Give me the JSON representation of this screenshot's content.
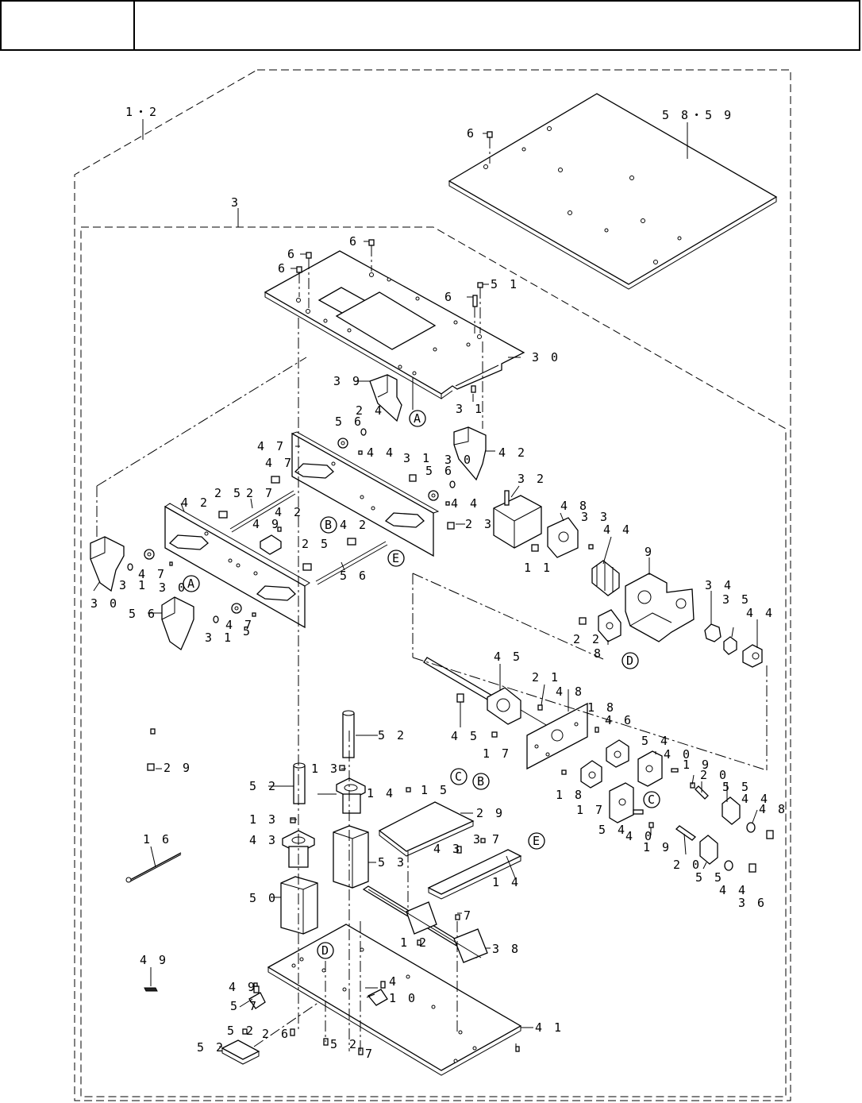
{
  "header": {
    "left_cell": "",
    "right_cell": ""
  },
  "labels": [
    {
      "id": "l12",
      "text": "1・2"
    },
    {
      "id": "l5859",
      "text": "5 8・5 9"
    },
    {
      "id": "l6a",
      "text": "6"
    },
    {
      "id": "l3",
      "text": "3"
    },
    {
      "id": "l6b",
      "text": "6"
    },
    {
      "id": "l6c",
      "text": "6"
    },
    {
      "id": "l6d",
      "text": "6"
    },
    {
      "id": "l51",
      "text": "5 1"
    },
    {
      "id": "l6e",
      "text": "6"
    },
    {
      "id": "l28",
      "text": "2 8"
    },
    {
      "id": "l30a",
      "text": "3 0"
    },
    {
      "id": "l39",
      "text": "3 9"
    },
    {
      "id": "l31a",
      "text": "3 1"
    },
    {
      "id": "l56a",
      "text": "5 6"
    },
    {
      "id": "l24",
      "text": "2 4"
    },
    {
      "id": "l47a",
      "text": "4 7"
    },
    {
      "id": "l44a",
      "text": "4 4"
    },
    {
      "id": "l31b",
      "text": "3 1"
    },
    {
      "id": "l56b",
      "text": "5 6"
    },
    {
      "id": "l30b",
      "text": "3 0"
    },
    {
      "id": "l42a",
      "text": "4 2"
    },
    {
      "id": "l47b",
      "text": "4 7"
    },
    {
      "id": "l44b",
      "text": "4 4"
    },
    {
      "id": "l23",
      "text": "2 3"
    },
    {
      "id": "l42b",
      "text": "4 2"
    },
    {
      "id": "l25a",
      "text": "2 5"
    },
    {
      "id": "l27",
      "text": "2 7"
    },
    {
      "id": "l49a",
      "text": "4 9"
    },
    {
      "id": "l42c",
      "text": "4 2"
    },
    {
      "id": "l42d",
      "text": "4 2"
    },
    {
      "id": "l25b",
      "text": "2 5"
    },
    {
      "id": "l56c",
      "text": "5 6"
    },
    {
      "id": "l31c",
      "text": "3 1"
    },
    {
      "id": "l47c",
      "text": "4 7"
    },
    {
      "id": "l30c",
      "text": "3 0"
    },
    {
      "id": "l30d",
      "text": "3 0"
    },
    {
      "id": "l56d",
      "text": "5 6"
    },
    {
      "id": "l31d",
      "text": "3 1"
    },
    {
      "id": "l47d",
      "text": "4 7"
    },
    {
      "id": "l5",
      "text": "5"
    },
    {
      "id": "l32",
      "text": "3 2"
    },
    {
      "id": "l48a",
      "text": "4 8"
    },
    {
      "id": "l33",
      "text": "3 3"
    },
    {
      "id": "l44c",
      "text": "4 4"
    },
    {
      "id": "l11",
      "text": "1 1"
    },
    {
      "id": "l9",
      "text": "9"
    },
    {
      "id": "l34",
      "text": "3 4"
    },
    {
      "id": "l35",
      "text": "3 5"
    },
    {
      "id": "l44d",
      "text": "4 4"
    },
    {
      "id": "l22",
      "text": "2 2"
    },
    {
      "id": "l8",
      "text": "8"
    },
    {
      "id": "l45a",
      "text": "4 5"
    },
    {
      "id": "l21",
      "text": "2 1"
    },
    {
      "id": "l48b",
      "text": "4 8"
    },
    {
      "id": "l18a",
      "text": "1 8"
    },
    {
      "id": "l46",
      "text": "4 6"
    },
    {
      "id": "l45b",
      "text": "4 5"
    },
    {
      "id": "l17a",
      "text": "1 7"
    },
    {
      "id": "l54a",
      "text": "5 4"
    },
    {
      "id": "l40a",
      "text": "4 0"
    },
    {
      "id": "l19a",
      "text": "1 9"
    },
    {
      "id": "l20a",
      "text": "2 0"
    },
    {
      "id": "l55a",
      "text": "5 5"
    },
    {
      "id": "l44e",
      "text": "4 4"
    },
    {
      "id": "l48c",
      "text": "4 8"
    },
    {
      "id": "l18b",
      "text": "1 8"
    },
    {
      "id": "l17b",
      "text": "1 7"
    },
    {
      "id": "l54b",
      "text": "5 4"
    },
    {
      "id": "l40b",
      "text": "4 0"
    },
    {
      "id": "l19b",
      "text": "1 9"
    },
    {
      "id": "l20b",
      "text": "2 0"
    },
    {
      "id": "l55b",
      "text": "5 5"
    },
    {
      "id": "l44f",
      "text": "4 4"
    },
    {
      "id": "l36",
      "text": "3 6"
    },
    {
      "id": "l29a",
      "text": "2 9"
    },
    {
      "id": "l52a",
      "text": "5 2"
    },
    {
      "id": "l13a",
      "text": "1 3"
    },
    {
      "id": "l43a",
      "text": "4 3"
    },
    {
      "id": "l15",
      "text": "1 5"
    },
    {
      "id": "l29b",
      "text": "2 9"
    },
    {
      "id": "l52b",
      "text": "5 2"
    },
    {
      "id": "l13b",
      "text": "1 3"
    },
    {
      "id": "l14a",
      "text": "1 4"
    },
    {
      "id": "l53",
      "text": "5 3"
    },
    {
      "id": "l43b",
      "text": "4 3"
    },
    {
      "id": "l37",
      "text": "3 7"
    },
    {
      "id": "l16",
      "text": "1 6"
    },
    {
      "id": "l14b",
      "text": "1 4"
    },
    {
      "id": "l50",
      "text": "5 0"
    },
    {
      "id": "l7a",
      "text": "7"
    },
    {
      "id": "l12b",
      "text": "1 2"
    },
    {
      "id": "l38",
      "text": "3 8"
    },
    {
      "id": "l49b",
      "text": "4 9"
    },
    {
      "id": "l49c",
      "text": "4 9"
    },
    {
      "id": "l4",
      "text": "4"
    },
    {
      "id": "l57",
      "text": "5 7"
    },
    {
      "id": "l10",
      "text": "1 0"
    },
    {
      "id": "l41",
      "text": "4 1"
    },
    {
      "id": "l52c",
      "text": "5 2"
    },
    {
      "id": "l26",
      "text": "2 6"
    },
    {
      "id": "l52d",
      "text": "5 2"
    },
    {
      "id": "l52e",
      "text": "5 2"
    },
    {
      "id": "l7b",
      "text": "7"
    }
  ],
  "callouts": [
    {
      "id": "cA1",
      "text": "A"
    },
    {
      "id": "cA2",
      "text": "A"
    },
    {
      "id": "cB1",
      "text": "B"
    },
    {
      "id": "cB2",
      "text": "B"
    },
    {
      "id": "cC1",
      "text": "C"
    },
    {
      "id": "cC2",
      "text": "C"
    },
    {
      "id": "cD1",
      "text": "D"
    },
    {
      "id": "cD2",
      "text": "D"
    },
    {
      "id": "cE1",
      "text": "E"
    },
    {
      "id": "cE2",
      "text": "E"
    }
  ]
}
